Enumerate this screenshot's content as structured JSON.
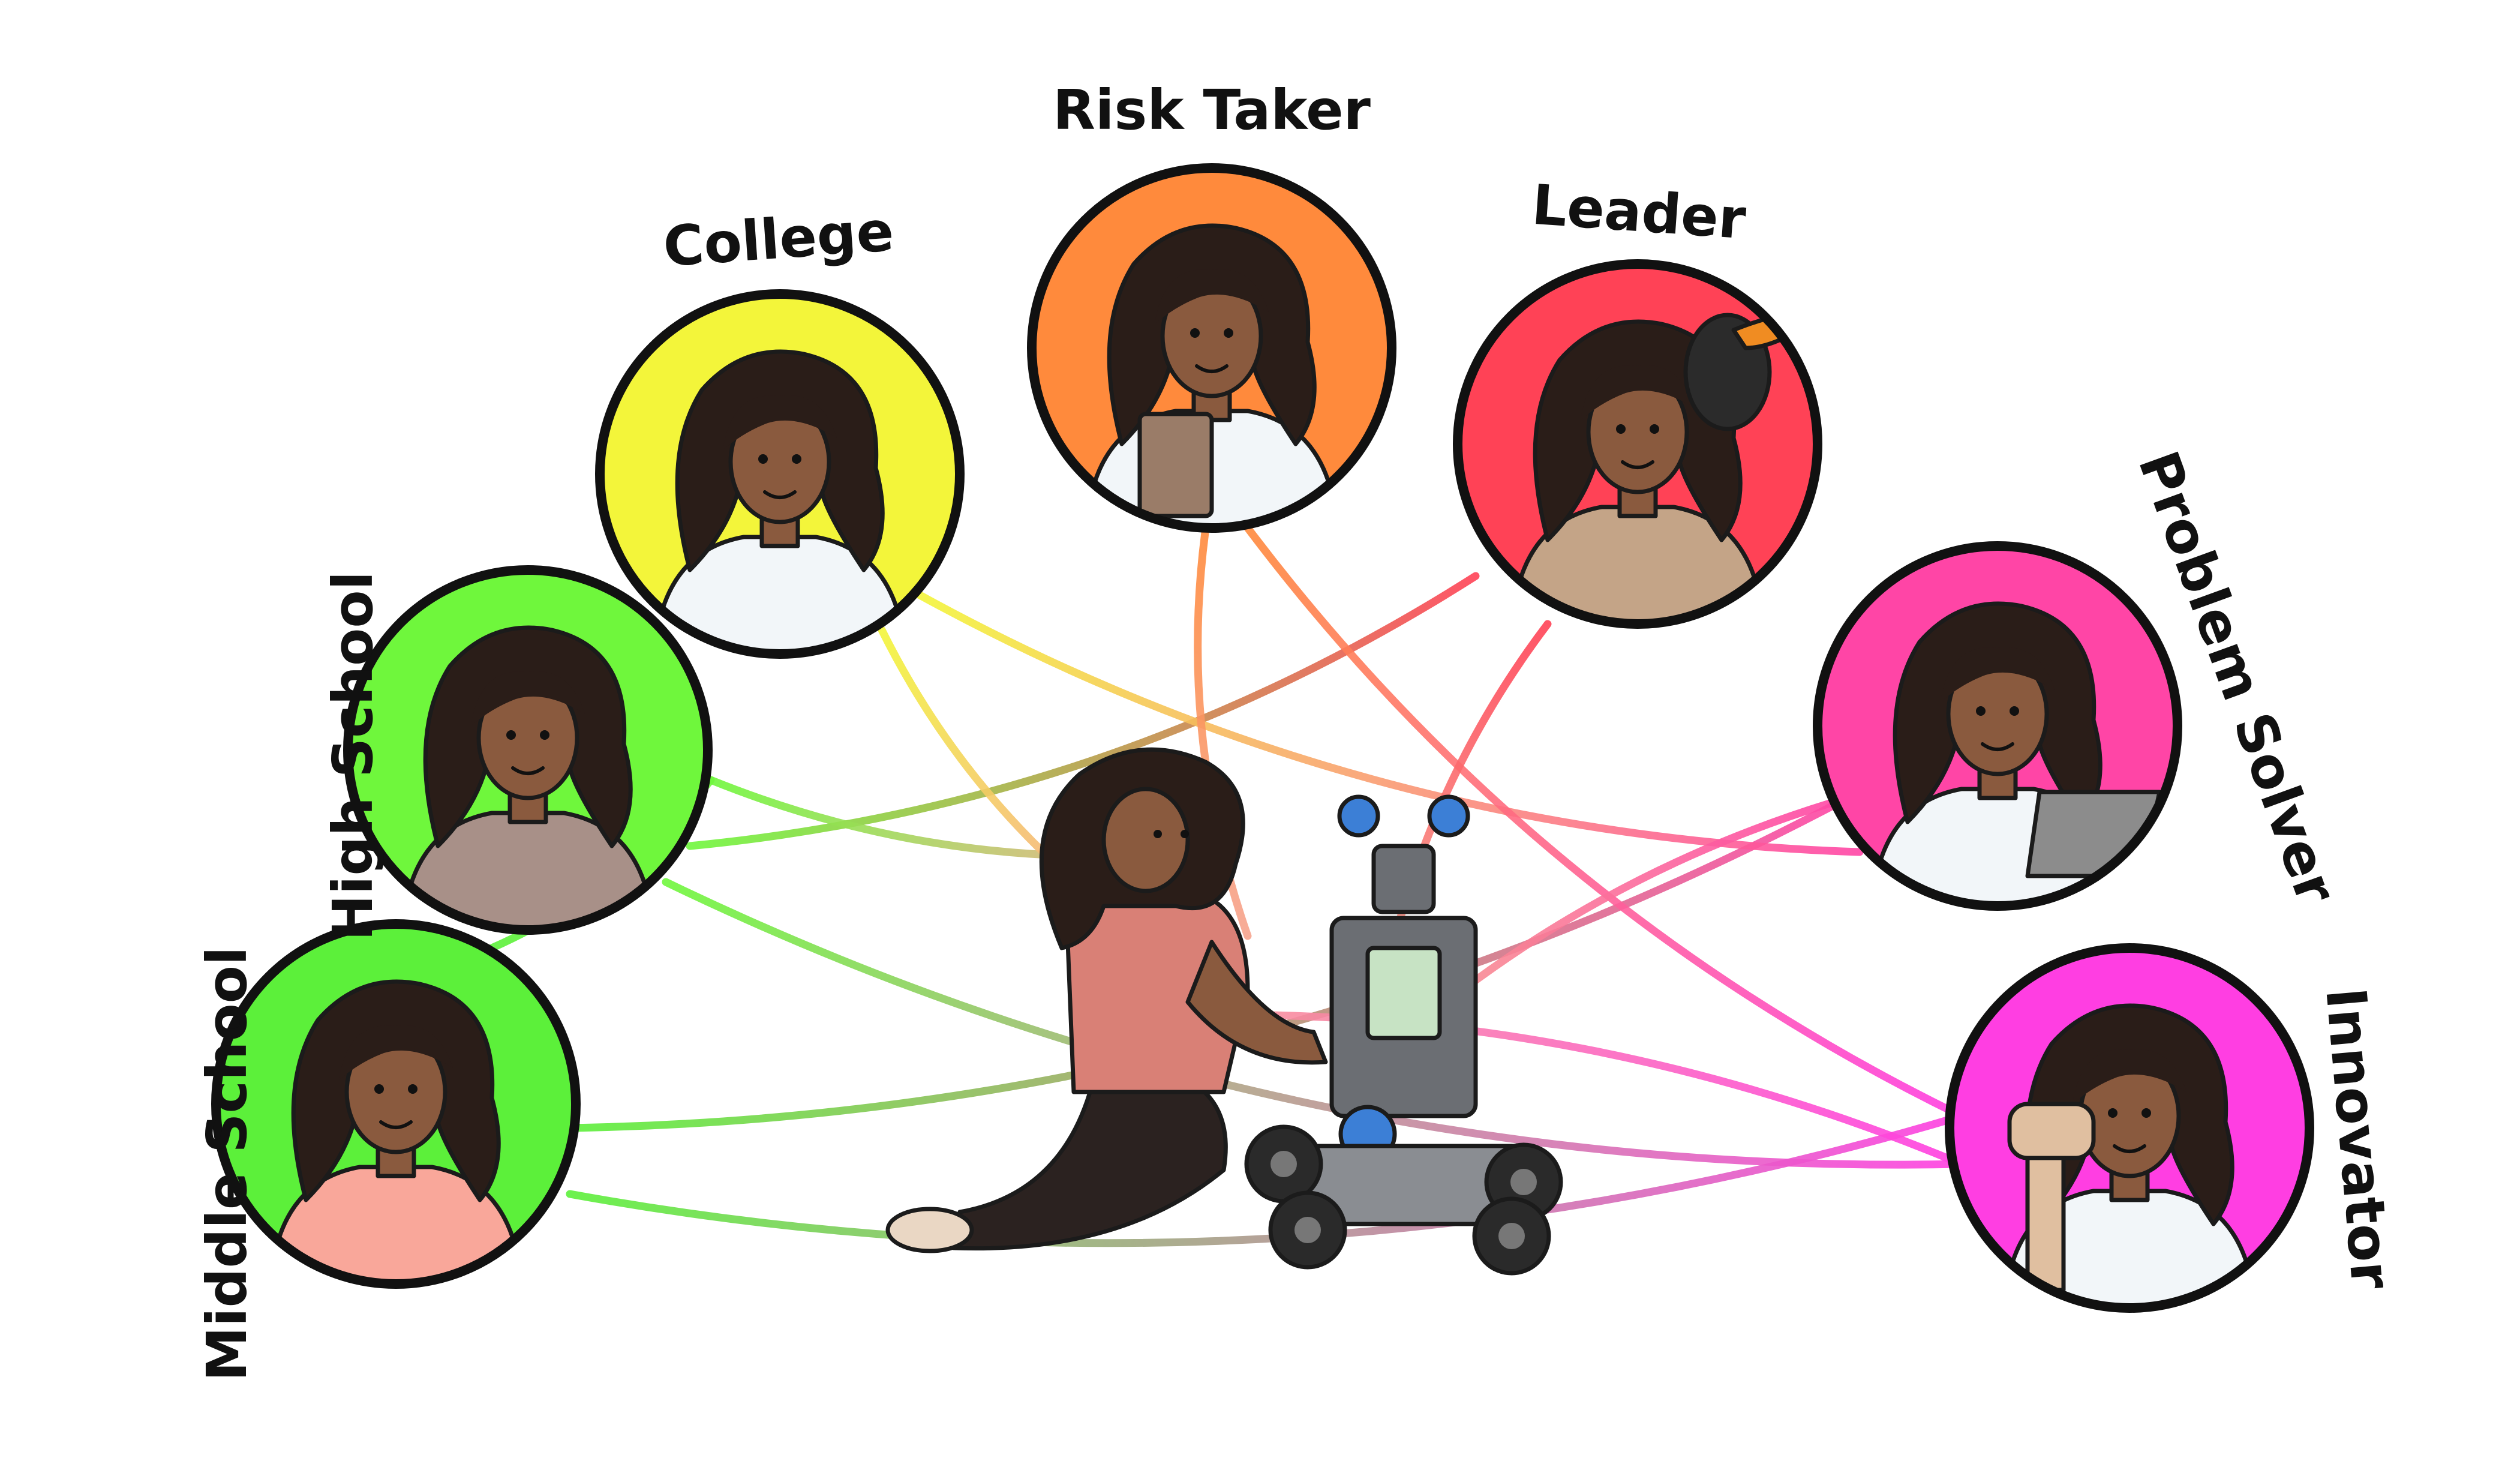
{
  "nodes": [
    {
      "id": "middle-school",
      "label": "Middle School",
      "color": "#5cf03a",
      "shirt": "#f9a79a"
    },
    {
      "id": "high-school",
      "label": "High School",
      "color": "#6ff73c",
      "shirt": "#a89088"
    },
    {
      "id": "college",
      "label": "College",
      "color": "#f3f53a",
      "shirt": "#f2f6f9"
    },
    {
      "id": "risk-taker",
      "label": "Risk Taker",
      "color": "#ff8a3c",
      "shirt": "#f2f6f9"
    },
    {
      "id": "leader",
      "label": "Leader",
      "color": "#ff4256",
      "shirt": "#c4a487"
    },
    {
      "id": "problem-solver",
      "label": "Problem Solver",
      "color": "#ff45a6",
      "shirt": "#f2f6f9"
    },
    {
      "id": "innovator",
      "label": "Innovator",
      "color": "#ff3ee2",
      "shirt": "#f2f6f9"
    }
  ],
  "center": {
    "name": "girl-with-robot",
    "shirt": "#d98076",
    "robot": "#6b6e73",
    "wheel": "#2a2a2a",
    "accent": "#3c7fd6"
  },
  "connections": [
    {
      "from": "middle-school",
      "to": "problem-solver"
    },
    {
      "from": "middle-school",
      "to": "innovator"
    },
    {
      "from": "middle-school",
      "to": "high-school"
    },
    {
      "from": "high-school",
      "to": "leader"
    },
    {
      "from": "high-school",
      "to": "innovator"
    },
    {
      "from": "high-school",
      "to": "center"
    },
    {
      "from": "college",
      "to": "problem-solver"
    },
    {
      "from": "college",
      "to": "center"
    },
    {
      "from": "risk-taker",
      "to": "innovator"
    },
    {
      "from": "risk-taker",
      "to": "center"
    },
    {
      "from": "leader",
      "to": "center"
    },
    {
      "from": "problem-solver",
      "to": "center"
    },
    {
      "from": "innovator",
      "to": "center"
    }
  ]
}
